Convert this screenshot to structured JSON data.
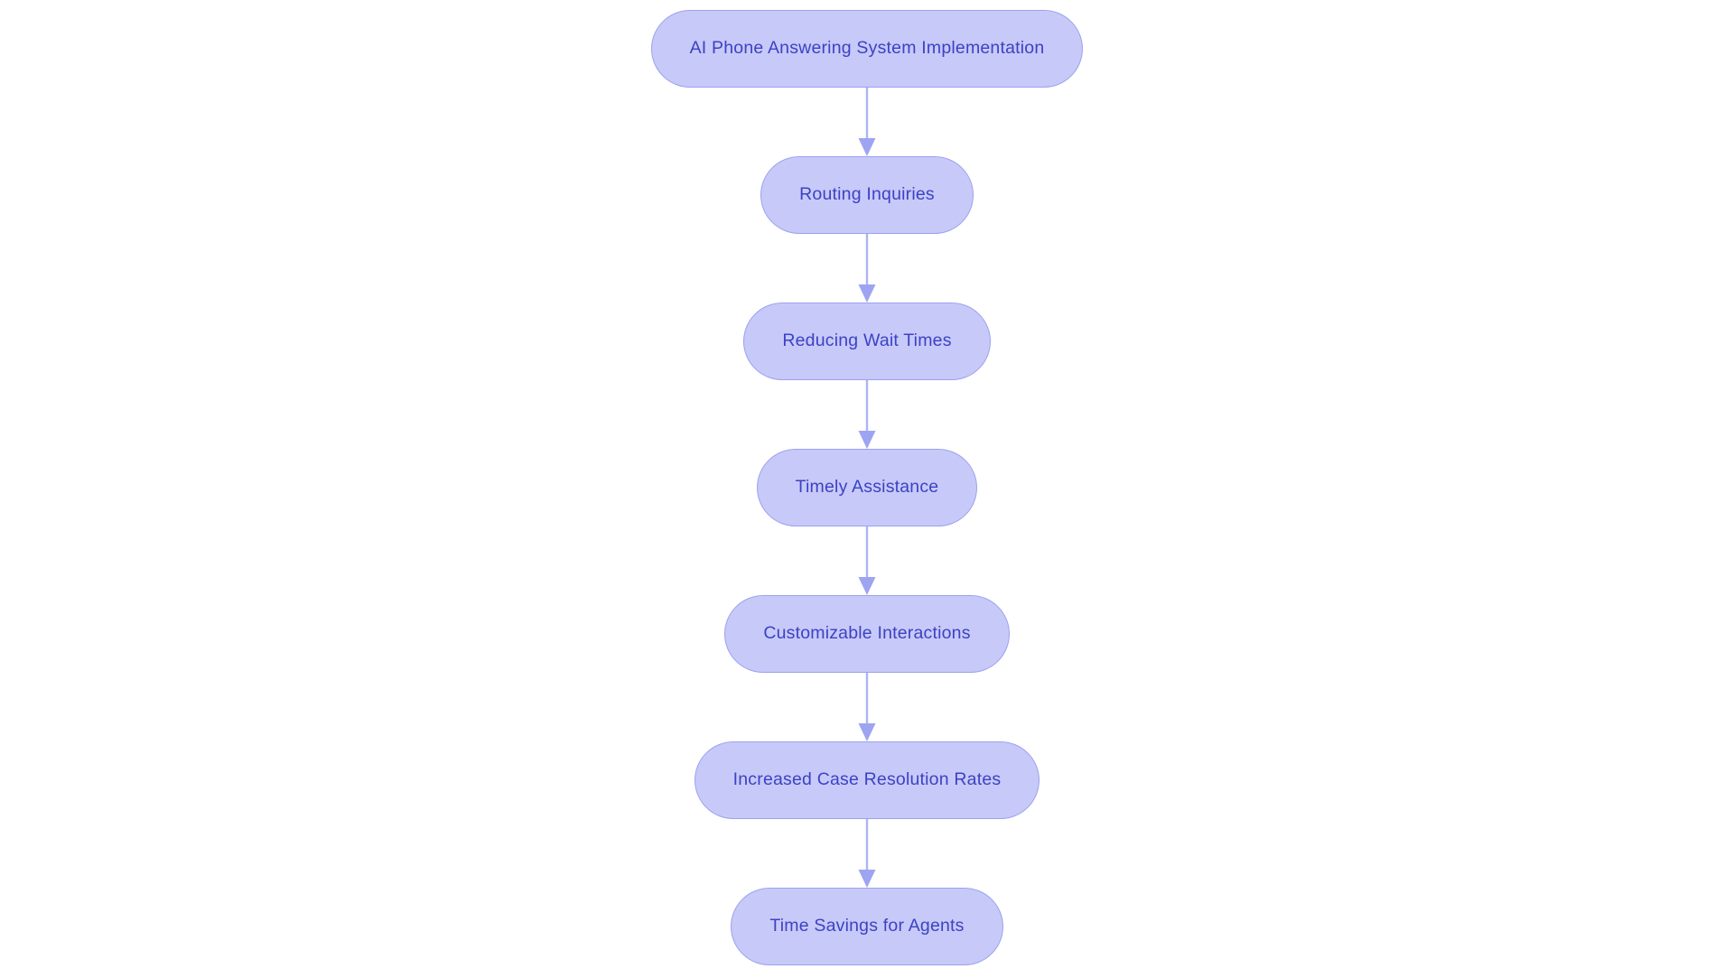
{
  "diagram": {
    "type": "flowchart",
    "direction": "top-down",
    "background": "#ffffff",
    "nodes": [
      {
        "id": "n1",
        "label": "AI Phone Answering System Implementation"
      },
      {
        "id": "n2",
        "label": "Routing Inquiries"
      },
      {
        "id": "n3",
        "label": "Reducing Wait Times"
      },
      {
        "id": "n4",
        "label": "Timely Assistance"
      },
      {
        "id": "n5",
        "label": "Customizable Interactions"
      },
      {
        "id": "n6",
        "label": "Increased Case Resolution Rates"
      },
      {
        "id": "n7",
        "label": "Time Savings for Agents"
      }
    ],
    "edges": [
      {
        "from": "n1",
        "to": "n2"
      },
      {
        "from": "n2",
        "to": "n3"
      },
      {
        "from": "n3",
        "to": "n4"
      },
      {
        "from": "n4",
        "to": "n5"
      },
      {
        "from": "n5",
        "to": "n6"
      },
      {
        "from": "n6",
        "to": "n7"
      }
    ],
    "colors": {
      "node_fill": "#c7c9f8",
      "node_border": "#9ba2ef",
      "node_text": "#3c42c4",
      "arrow_line": "#aeb4f4",
      "arrow_head": "#9da4f2",
      "background": "#ffffff"
    }
  }
}
